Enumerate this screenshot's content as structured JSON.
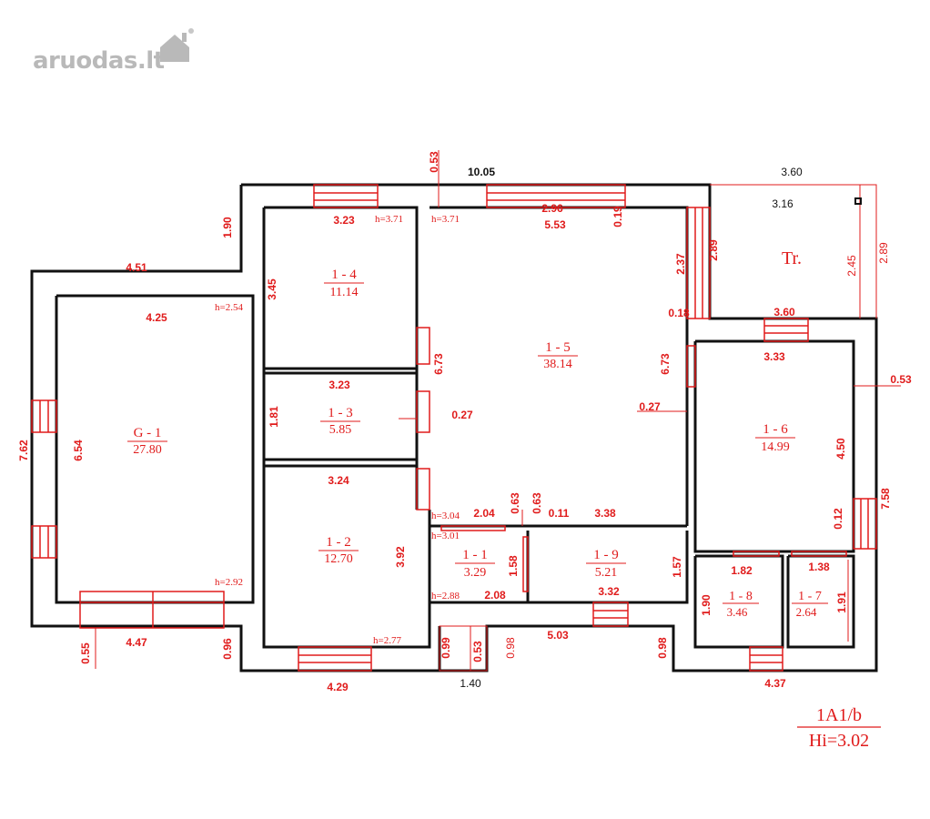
{
  "logo": {
    "text": "aruodas",
    "tld": "lt"
  },
  "colors": {
    "wall": "#111111",
    "annotation": "#e01b1b",
    "background": "#ffffff"
  },
  "plan_code": {
    "line1": "1A1/b",
    "line2": "Hi=3.02"
  },
  "rooms": [
    {
      "id": "G - 1",
      "area": "27.80"
    },
    {
      "id": "1 - 4",
      "area": "11.14"
    },
    {
      "id": "1 - 3",
      "area": "5.85"
    },
    {
      "id": "1 - 2",
      "area": "12.70"
    },
    {
      "id": "1 - 5",
      "area": "38.14"
    },
    {
      "id": "1 - 1",
      "area": "3.29"
    },
    {
      "id": "1 - 9",
      "area": "5.21"
    },
    {
      "id": "1 - 6",
      "area": "14.99"
    },
    {
      "id": "1 - 8",
      "area": "3.46"
    },
    {
      "id": "1 - 7",
      "area": "2.64"
    },
    {
      "id": "Tr.",
      "area": ""
    }
  ],
  "heights": [
    "h=2.54",
    "h=3.71",
    "h=3.71",
    "h=2.92",
    "h=2.77",
    "h=3.04",
    "h=3.01",
    "h=2.88"
  ],
  "dimensions": [
    "0.53",
    "10.05",
    "3.60",
    "3.16",
    "2.45",
    "2.89",
    "1.90",
    "3.23",
    "2.96",
    "5.53",
    "0.19",
    "2.37",
    "2.89",
    "4.51",
    "4.25",
    "3.45",
    "0.18",
    "3.60",
    "3.33",
    "0.53",
    "6.73",
    "6.73",
    "3.23",
    "1.81",
    "0.27",
    "0.27",
    "4.50",
    "7.62",
    "6.54",
    "3.24",
    "7.58",
    "0.63",
    "0.63",
    "2.04",
    "0.11",
    "3.38",
    "0.12",
    "3.92",
    "1.58",
    "1.57",
    "1.82",
    "1.38",
    "2.08",
    "3.32",
    "1.90",
    "1.91",
    "4.47",
    "0.55",
    "0.96",
    "0.99",
    "0.53",
    "0.98",
    "5.03",
    "0.98",
    "4.29",
    "1.40",
    "4.37"
  ]
}
